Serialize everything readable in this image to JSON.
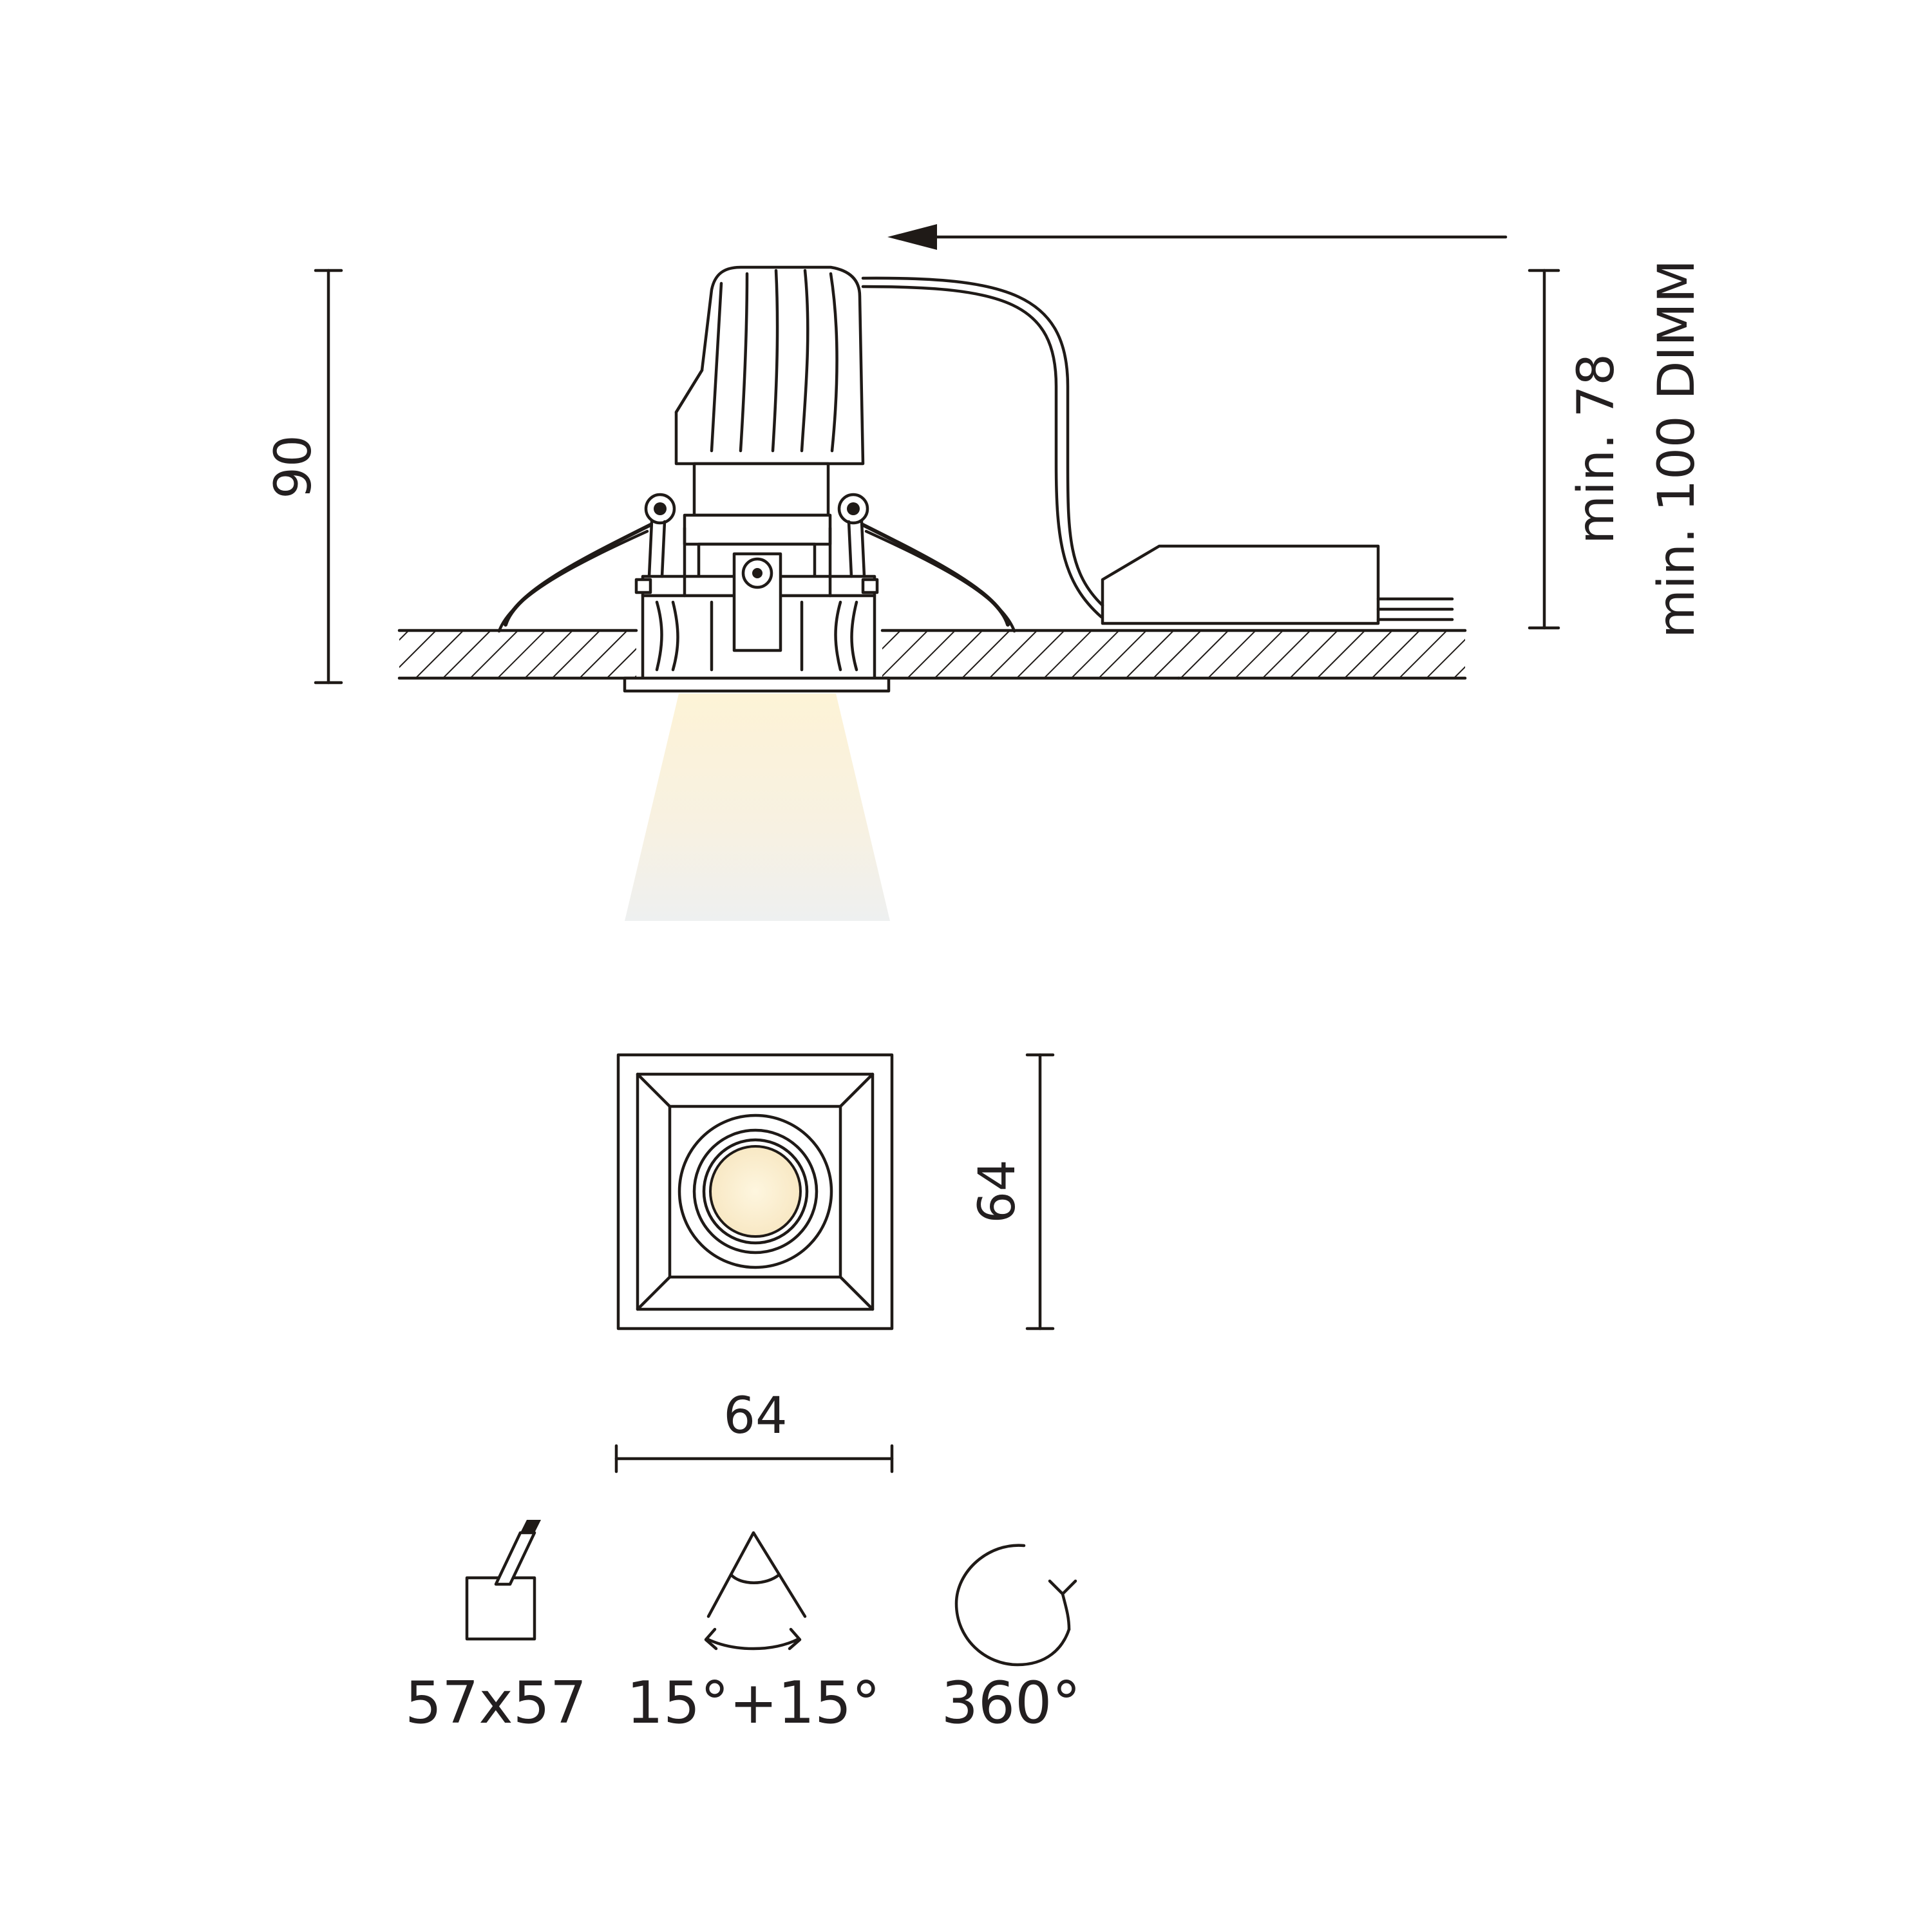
{
  "colors": {
    "line": "#1f1a17",
    "light_beam": "#fbeec9",
    "lens": "#fdf1d2",
    "background": "#ffffff"
  },
  "dimensions": {
    "total_height": "90",
    "min_depth": "min. 78",
    "min_depth_dimm": "min. 100 DIMM",
    "front_height": "64",
    "front_width": "64"
  },
  "specs": [
    {
      "icon": "cutout-icon",
      "label": "57x57"
    },
    {
      "icon": "tilt-angle-icon",
      "label": "15°+15°"
    },
    {
      "icon": "rotation-icon",
      "label": "360°"
    }
  ]
}
